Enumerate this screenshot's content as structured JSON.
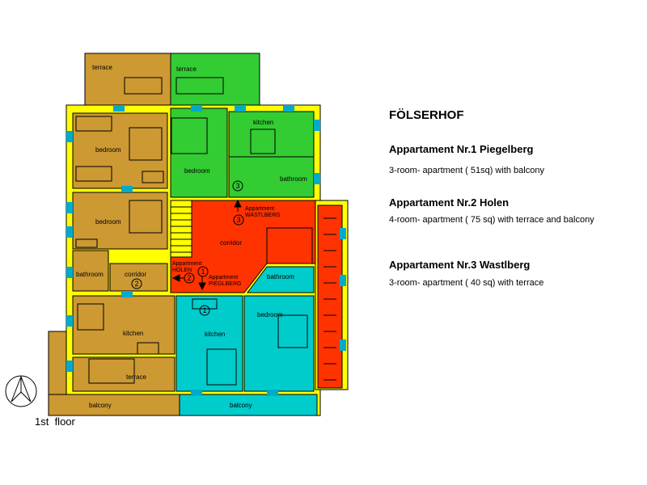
{
  "building_title": "FÖLSERHOF",
  "apartments": [
    {
      "name": "Appartament Nr.1 Piegelberg",
      "description": "3-room- apartment ( 51sq) with balcony"
    },
    {
      "name": "Appartament Nr.2 Holen",
      "description": "4-room- apartment ( 75 sq) with terrace and balcony"
    },
    {
      "name": "Appartament Nr.3 Wastlberg",
      "description": "3-room- apartment ( 40 sq) with terrace"
    }
  ],
  "floor_label": "1st  floor",
  "room_labels": {
    "terrace_top_left": "terrace",
    "terrace_top_right": "terrace",
    "bedroom_left_1": "bedroom",
    "bedroom_left_2": "bedroom",
    "bedroom_green": "bedroom",
    "kitchen_green": "kitchen",
    "bathroom_green": "bathroom",
    "corridor_main": "corridor",
    "corridor_small": "corridor",
    "bathroom_left": "bathroom",
    "bathroom_cyan": "bathroom",
    "kitchen_left": "kitchen",
    "kitchen_cyan": "kitchen",
    "bedroom_cyan": "bedroom",
    "terrace_bottom": "terrace",
    "balcony_left": "balcony",
    "balcony_right": "balcony"
  },
  "door_labels": {
    "wastlberg_line1": "Appartment",
    "wastlberg_line2": "WASTLBERG",
    "holen_line1": "Appartment",
    "holen_line2": "HOLEN",
    "piegelberg_line1": "Appartment",
    "piegelberg_line2": "PIEGLBERG"
  },
  "unit_markers": {
    "marker_3a": "3",
    "marker_3b": "3",
    "marker_2a": "2",
    "marker_2b": "2",
    "marker_1a": "1",
    "marker_1b": "1"
  },
  "colors": {
    "apartment_1_cyan": "#00cccc",
    "apartment_2_brown": "#cc9933",
    "apartment_3_green": "#33cc33",
    "corridor_red": "#ff3300",
    "wall_yellow": "#ffff00",
    "window_blue": "#00aacc"
  }
}
